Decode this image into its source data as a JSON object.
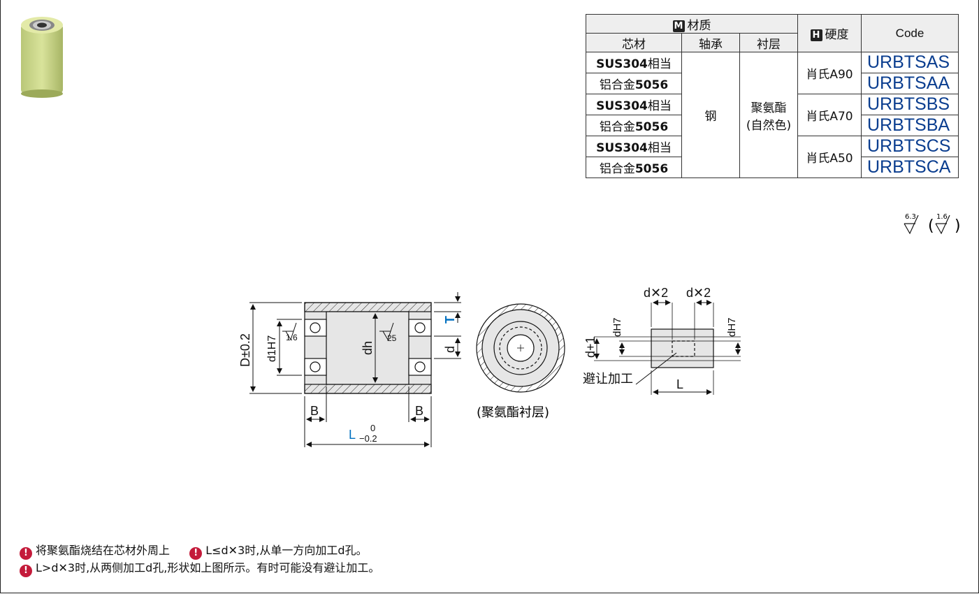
{
  "table": {
    "material_header": "材质",
    "material_badge": "M",
    "hardness_header": "硬度",
    "hardness_badge": "H",
    "code_header": "Code",
    "sub_headers": [
      "芯材",
      "轴承",
      "衬层"
    ],
    "rows": [
      {
        "core_bold": "SUS304",
        "core_rest": "相当",
        "core_prefix": "",
        "code": "URBTSAS"
      },
      {
        "core_bold": "5056",
        "core_rest": "",
        "core_prefix": "铝合金",
        "code": "URBTSAA"
      },
      {
        "core_bold": "SUS304",
        "core_rest": "相当",
        "core_prefix": "",
        "code": "URBTSBS"
      },
      {
        "core_bold": "5056",
        "core_rest": "",
        "core_prefix": "铝合金",
        "code": "URBTSBA"
      },
      {
        "core_bold": "SUS304",
        "core_rest": "相当",
        "core_prefix": "",
        "code": "URBTSCS"
      },
      {
        "core_bold": "5056",
        "core_rest": "",
        "core_prefix": "铝合金",
        "code": "URBTSCA"
      }
    ],
    "bearing": "钢",
    "lining_line1": "聚氨酯",
    "lining_line2": "(自然色)",
    "hardness": [
      "肖氏A90",
      "肖氏A70",
      "肖氏A50"
    ]
  },
  "roughness": {
    "main": "6.3",
    "secondary": "1.6"
  },
  "drawing": {
    "section_label": "(聚氨酯衬层)",
    "dim_D": "D±0.2",
    "dim_d1": "d1H7",
    "dim_dh": "dh",
    "dim_d": "d",
    "dim_T": "T",
    "dim_B": "B",
    "dim_L": "L",
    "tol_upper": "0",
    "tol_lower": "−0.2",
    "rough_16": "1.6",
    "rough_25": "25",
    "dx2": "d✕2",
    "dH7": "dH7",
    "d_plus_1": "d+1",
    "relief": "避让加工",
    "dim_L2": "L"
  },
  "notes": [
    {
      "icon": "!",
      "text": "将聚氨酯烧结在芯材外周上"
    },
    {
      "icon": "!",
      "text": "L≤d✕3时,从单一方向加工d孔。"
    },
    {
      "icon": "!",
      "text": "L>d✕3时,从两侧加工d孔,形状如上图所示。有时可能没有避让加工。"
    }
  ],
  "colors": {
    "code": "#0a3d8f",
    "accent": "#0070c0",
    "warning": "#c41a3a"
  }
}
